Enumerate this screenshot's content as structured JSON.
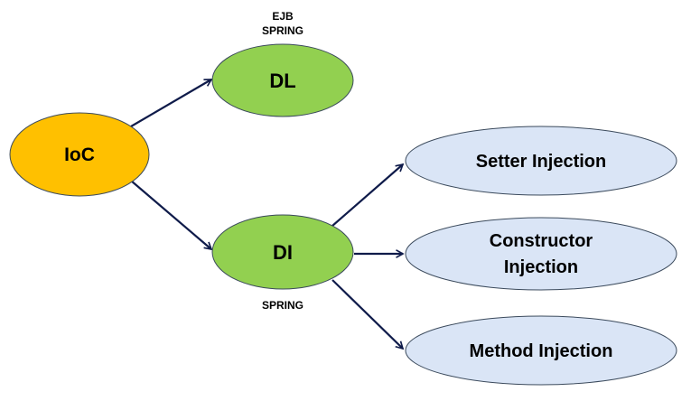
{
  "diagram": {
    "nodes": {
      "ioc": {
        "label": "IoC",
        "fill": "#FFC000"
      },
      "dl": {
        "label": "DL",
        "fill": "#92D050"
      },
      "di": {
        "label": "DI",
        "fill": "#92D050"
      },
      "setter": {
        "label": "Setter Injection",
        "fill": "#DAE5F6"
      },
      "constructor": {
        "label_line1": "Constructor",
        "label_line2": "Injection",
        "fill": "#DAE5F6"
      },
      "method": {
        "label": "Method Injection",
        "fill": "#DAE5F6"
      }
    },
    "annotations": {
      "dl_top_line1": "EJB",
      "dl_top_line2": "SPRING",
      "di_bottom": "SPRING"
    },
    "edges": [
      {
        "from": "ioc",
        "to": "dl"
      },
      {
        "from": "ioc",
        "to": "di"
      },
      {
        "from": "di",
        "to": "setter"
      },
      {
        "from": "di",
        "to": "constructor"
      },
      {
        "from": "di",
        "to": "method"
      }
    ],
    "colors": {
      "arrow": "#0F1B4A",
      "ellipse_stroke": "#3B4A5C"
    }
  }
}
